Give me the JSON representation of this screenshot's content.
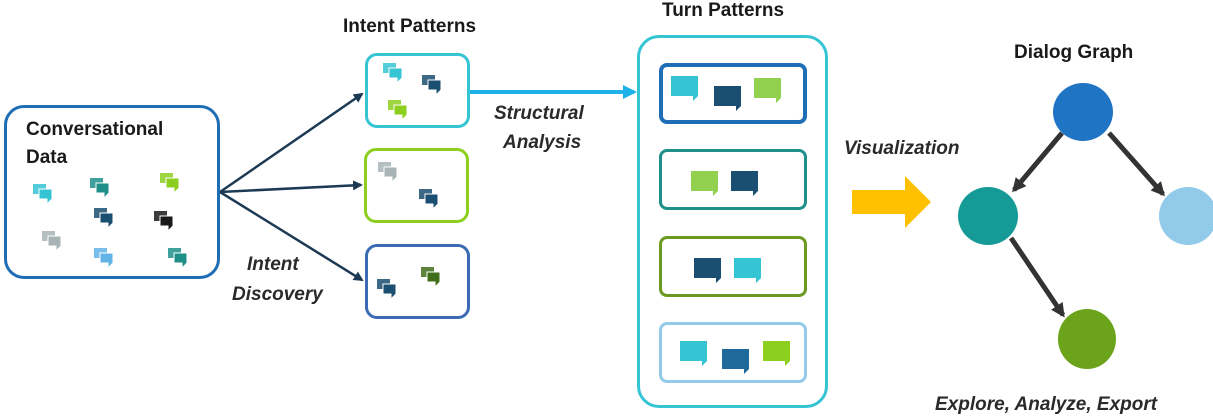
{
  "labels": {
    "conversational_data_line1": "Conversational",
    "conversational_data_line2": "Data",
    "intent_patterns": "Intent Patterns",
    "turn_patterns": "Turn Patterns",
    "dialog_graph": "Dialog Graph",
    "structural_line1": "Structural",
    "structural_line2": "Analysis",
    "intent_line1": "Intent",
    "intent_line2": "Discovery",
    "visualization": "Visualization",
    "explore": "Explore, Analyze, Export"
  },
  "colors": {
    "teal_light": "#35c4d4",
    "navy": "#1b4f72",
    "lime": "#8ccf1f",
    "gray": "#a9b4b6",
    "black": "#1a1a1a",
    "teal_dark": "#1f8f8a",
    "sky": "#63b4e6",
    "olive": "#3f6e1a",
    "blue_node": "#1f74c4",
    "teal_node": "#159a98",
    "light_blue_node": "#92cbea",
    "green_node": "#6ba41b",
    "arrow_navy": "#1d3a55",
    "arrow_cyan": "#1fb2e8",
    "arrow_gold": "#ffc000"
  }
}
